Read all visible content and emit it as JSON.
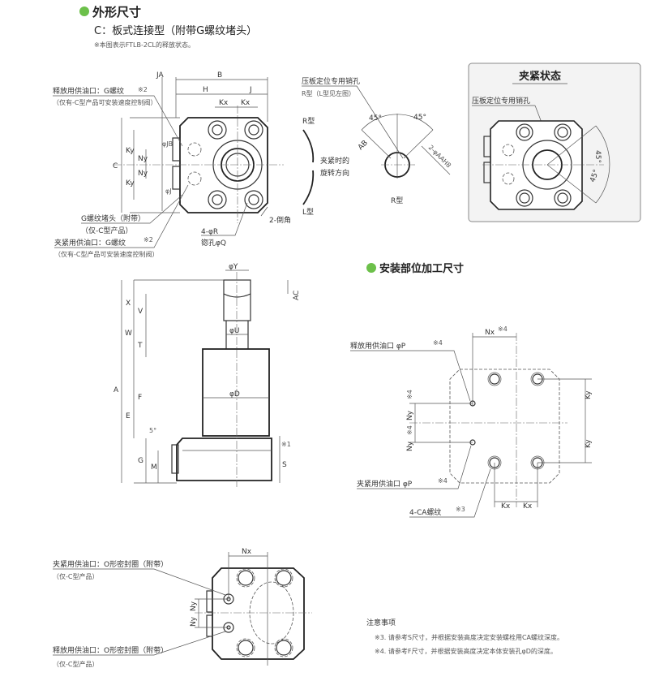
{
  "sections": {
    "outline_title": "外形尺寸",
    "install_title": "安装部位加工尺寸",
    "accent_color": "#6cc04a"
  },
  "subtitle": "C：板式连接型（附带G螺纹堵头）",
  "note_top": "※本图表示FTLB-2CL的释放状态。",
  "plan_view": {
    "release_port": "释放用供油口：G螺纹",
    "release_port_mark": "※2",
    "release_port_note": "（仅有-C型产品可安装速度控制阀）",
    "plug": "G螺纹堵头（附带）",
    "plug_note": "（仅-C型产品）",
    "clamp_port": "夹紧用供油口：G螺纹",
    "clamp_port_mark": "※2",
    "clamp_port_note": "（仅有-C型产品可安装速度控制阀）",
    "holes": "4-φR",
    "counterbore": "锪孔φQ",
    "chamfer": "2-倒角",
    "dims": {
      "JA": "JA",
      "B": "B",
      "H": "H",
      "J": "J",
      "Kx": "Kx",
      "Ky": "Ky",
      "C": "C",
      "Ny": "Ny",
      "JB": "φJB",
      "JJ": "φJ"
    }
  },
  "rotation": {
    "r_type": "R型",
    "l_type": "L型",
    "line1": "夹紧时的",
    "line2": "旋转方向"
  },
  "pin_detail": {
    "label": "压板定位专用销孔",
    "label2": "R型（L型见左图）",
    "angle1": "45°",
    "angle2": "45°",
    "ab": "AB",
    "aa": "2-φAAH8",
    "type": "R型"
  },
  "clamp_state": {
    "title": "夹紧状态",
    "label": "压板定位专用销孔",
    "angle1": "45°",
    "angle2": "45°"
  },
  "side_view": {
    "dims": {
      "Y": "φY",
      "AC": "AC",
      "X": "X",
      "V": "V",
      "W": "W",
      "T": "T",
      "U": "φU",
      "A": "A",
      "E": "E",
      "F": "F",
      "D": "φD",
      "G": "G",
      "M": "M",
      "S": "S",
      "S_mark": "※1",
      "S5": "5°"
    }
  },
  "install": {
    "nx": "Nx",
    "nx_mark": "※4",
    "release_port": "释放用供油口 φP",
    "release_mark": "※4",
    "clamp_port": "夹紧用供油口 φP",
    "clamp_mark": "※4",
    "thread": "4-CA螺纹",
    "thread_mark": "※3",
    "ky": "Ky",
    "kx": "Kx",
    "ny": "Ny",
    "ny_mark": "※4"
  },
  "bottom_view": {
    "clamp_port": "夹紧用供油口：O形密封圈（附带）",
    "clamp_note": "（仅-C型产品）",
    "release_port": "释放用供油口：O形密封圈（附带）",
    "release_note": "（仅-C型产品）",
    "nx": "Nx",
    "ny": "Ny"
  },
  "notes": {
    "title": "注意事项",
    "items": [
      "※3. 请参考S尺寸，并根据安装高度决定安装螺栓用CA螺纹深度。",
      "※4. 请参考F尺寸，并根据安装高度决定本体安装孔φD的深度。"
    ]
  }
}
